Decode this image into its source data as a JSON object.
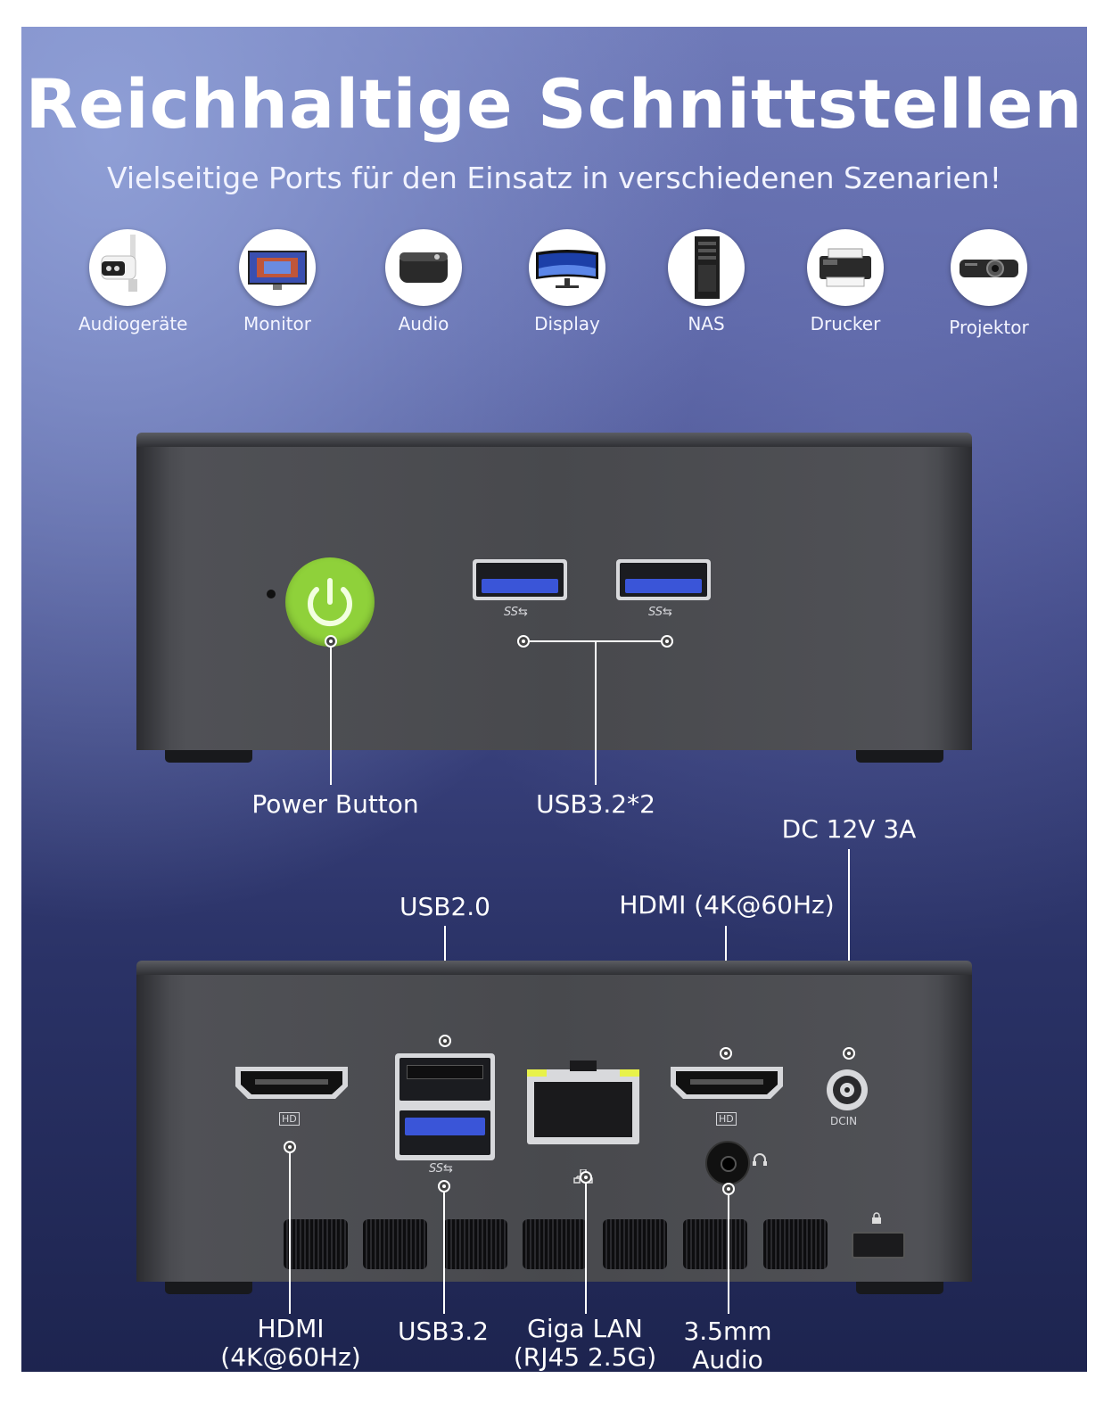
{
  "title": "Reichhaltige Schnittstellen",
  "subtitle": "Vielseitige Ports für den Einsatz in verschiedenen Szenarien!",
  "devices": [
    {
      "label": "Audiogeräte",
      "icon": "security-camera-icon"
    },
    {
      "label": "Monitor",
      "icon": "monitor-icon"
    },
    {
      "label": "Audio",
      "icon": "speaker-icon"
    },
    {
      "label": "Display",
      "icon": "curved-display-icon"
    },
    {
      "label": "NAS",
      "icon": "server-tower-icon"
    },
    {
      "label": "Drucker",
      "icon": "printer-icon"
    },
    {
      "label": "Projektor",
      "icon": "projector-icon"
    }
  ],
  "front": {
    "power_label": "Power Button",
    "usb_label": "USB3.2*2",
    "usb_logo": "SS⇆"
  },
  "back": {
    "dc_label": "DC 12V 3A",
    "usb2_label": "USB2.0",
    "hdmi_right_label": "HDMI (4K@60Hz)",
    "hdmi_left_label_line1": "HDMI",
    "hdmi_left_label_line2": "(4K@60Hz)",
    "usb32_label": "USB3.2",
    "lan_label_line1": "Giga LAN",
    "lan_label_line2": "(RJ45 2.5G)",
    "audio_label_line1": "3.5mm",
    "audio_label_line2": "Audio",
    "hd_mark": "HD",
    "dcin_mark": "DCIN",
    "usb_logo": "SS⇆"
  },
  "colors": {
    "power_green": "#8fd13a",
    "usb3_blue": "#3a55d8",
    "lan_led": "#e8f24a"
  }
}
